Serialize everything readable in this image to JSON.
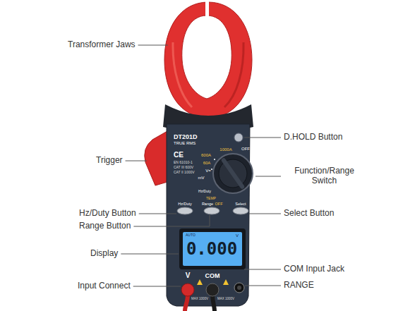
{
  "diagram": {
    "labels": [
      "Transformer Jaws",
      "Trigger",
      "Hz/Duty Button",
      "Range Button",
      "Display",
      "Input Connect",
      "D.HOLD Button",
      "Function/Range Switch",
      "Select Button",
      "COM Input Jack",
      "RANGE",
      "DT201D",
      "TRUE RMS",
      "CE",
      "EN 61010-1",
      "CAT III 600V",
      "CAT II 1000V",
      "OFF",
      "1000A",
      "600A",
      "60A",
      "V=",
      "mV",
      "Hz/Duty",
      "TEMP",
      "Hz/Duty",
      "Range",
      "OFF",
      "Select",
      "AUTO",
      "0.000",
      "V",
      "V",
      "COM",
      "MAX 1000V",
      "MAX 1000V"
    ]
  }
}
